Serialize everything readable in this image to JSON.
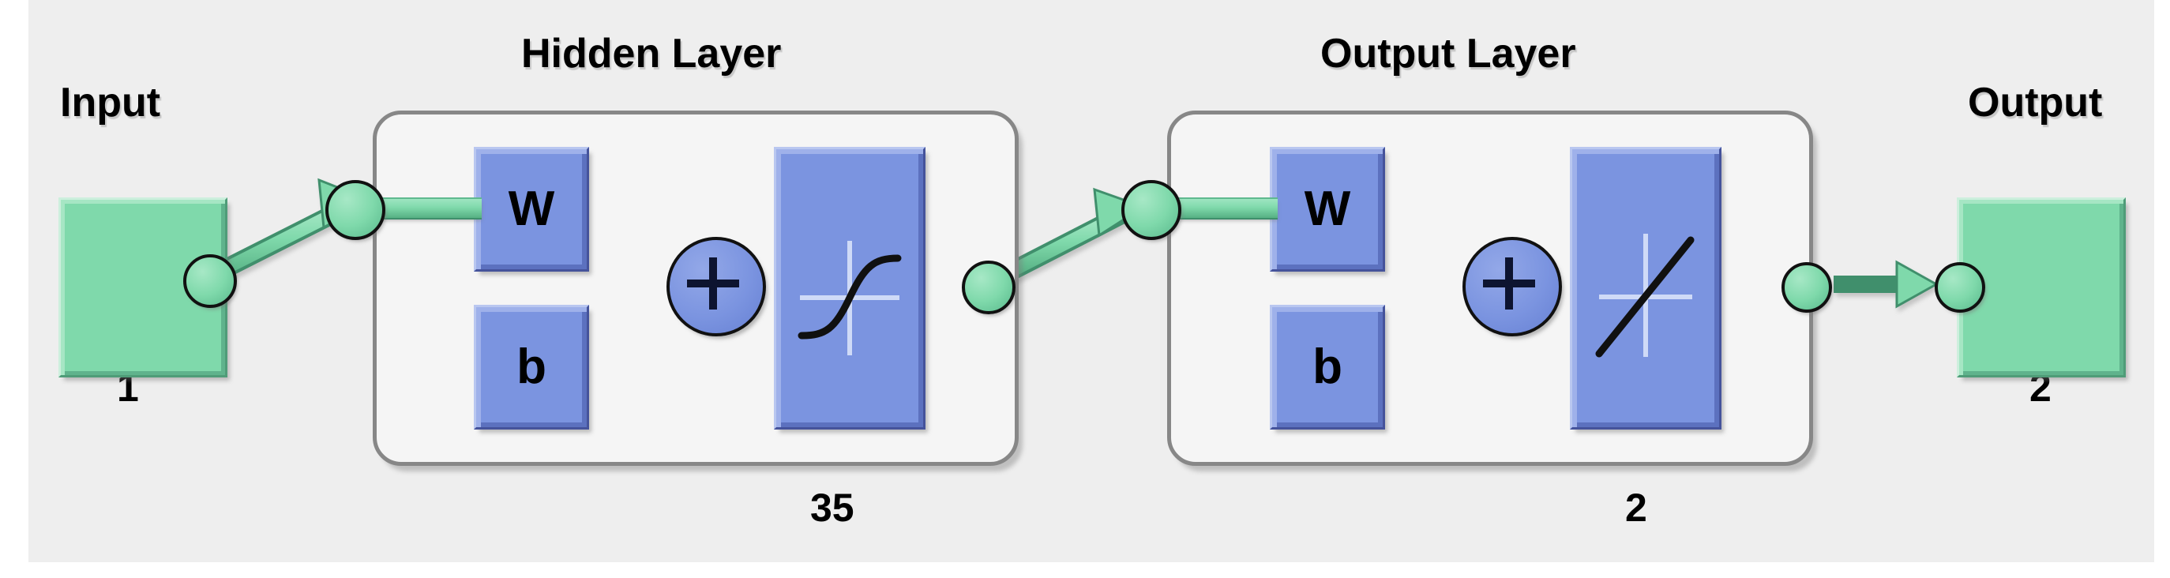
{
  "diagram": {
    "type": "neural-network-architecture",
    "title": "",
    "input": {
      "label": "Input",
      "count": "1",
      "block_color": "#7fd9ab"
    },
    "output": {
      "label": "Output",
      "count": "2",
      "block_color": "#7fd9ab"
    },
    "layers": [
      {
        "title": "Hidden Layer",
        "size": "35",
        "weight_label": "W",
        "bias_label": "b",
        "sum_symbol": "+",
        "activation": "sigmoid",
        "block_color": "#7b94e0"
      },
      {
        "title": "Output Layer",
        "size": "2",
        "weight_label": "W",
        "bias_label": "b",
        "sum_symbol": "+",
        "activation": "linear",
        "block_color": "#7b94e0"
      }
    ],
    "colors": {
      "background": "#eeeeee",
      "layer_border": "#878787",
      "wire": "#7fd9ab",
      "wire_dark": "#3f8f6c",
      "node_border": "#111111"
    }
  }
}
